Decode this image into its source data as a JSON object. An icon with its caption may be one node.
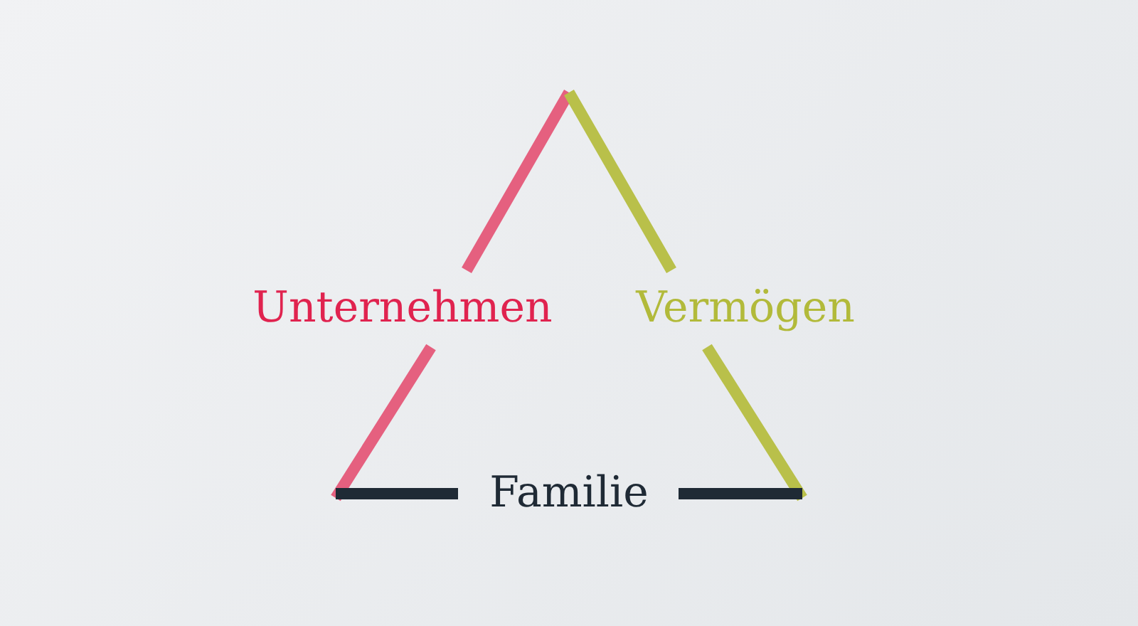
{
  "diagram": {
    "labels": [
      "Unternehmen",
      "Vermögen",
      "Familie"
    ]
  }
}
